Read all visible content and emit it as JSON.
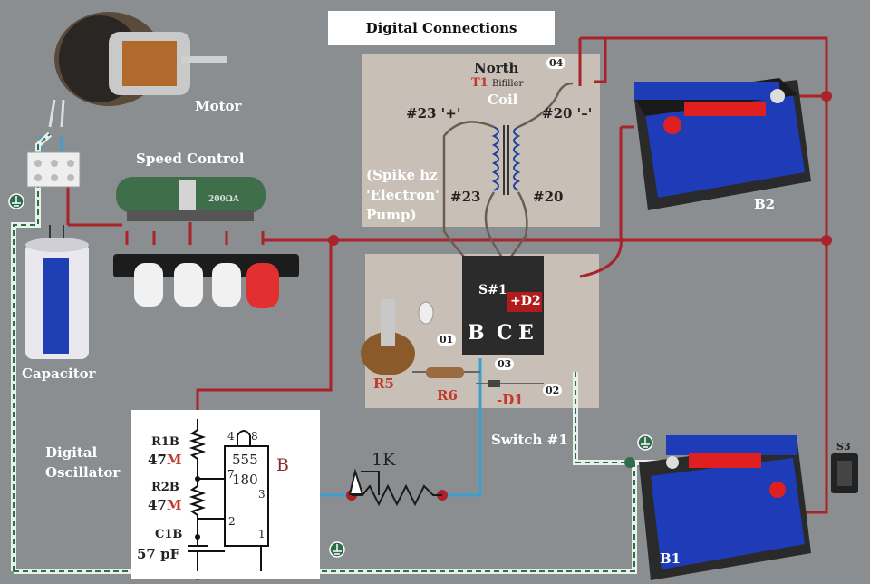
{
  "title": "Digital Connections",
  "labels": {
    "motor": "Motor",
    "speed_control": "Speed Control",
    "capacitor": "Capacitor",
    "digital_oscillator_line1": "Digital",
    "digital_oscillator_line2": "Oscillator",
    "b2": "B2",
    "b1": "B1",
    "s3": "S3",
    "switch1": "Switch #1",
    "coil_north": "North",
    "coil_t1": "T1",
    "coil_bifiller": "Bifiller",
    "coil": "Coil",
    "coil_23_top": "#23 '+'",
    "coil_20_top": "#20 '–'",
    "coil_23_bot": "#23",
    "coil_20_bot": "#20",
    "spike_line1": "(Spike hz",
    "spike_line2": "'Electron'",
    "spike_line3": "Pump)",
    "badge_04": "04",
    "badge_01": "01",
    "badge_03": "03",
    "badge_02": "02",
    "s1": "S#1",
    "d2": "+D2",
    "b": "B",
    "c": "C",
    "e": "E",
    "r5": "R5",
    "r6": "R6",
    "d1": "-D1",
    "pot_1k": "1K",
    "rheostat_text": "200ΩA"
  },
  "oscillator": {
    "r1b": "R1B",
    "r1b_val": "47",
    "r1b_unit": "M",
    "r2b": "R2B",
    "r2b_val": "47",
    "r2b_unit": "M",
    "c1b": "C1B",
    "c1b_val": "57 pF",
    "chip": "555",
    "chip_num": "180",
    "chip_b": "B",
    "pin4": "4",
    "pin8": "8",
    "pin7": "7",
    "pin3": "3",
    "pin2": "2",
    "pin1": "1"
  },
  "colors": {
    "wire_red": "#a8232a",
    "wire_blue": "#3d9fd0",
    "wire_ground": "#e8f0ea",
    "wire_ground_dash": "#2e6e4a",
    "battery_blue": "#1e3cb8",
    "battery_red": "#e02020"
  }
}
